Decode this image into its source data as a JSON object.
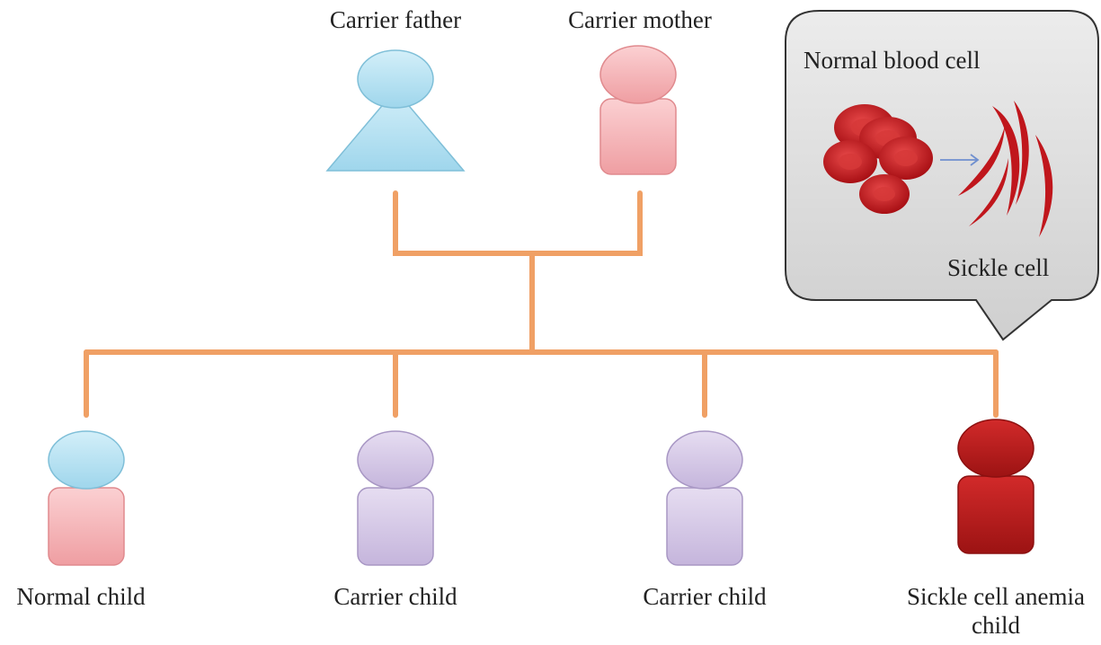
{
  "parents": {
    "father_label": "Carrier father",
    "mother_label": "Carrier mother"
  },
  "children": [
    {
      "label": "Normal child",
      "head_color": "#b9e3f3",
      "body_color": "#f5b5b8"
    },
    {
      "label": "Carrier child",
      "head_color": "#d6c9e6",
      "body_color": "#d6c9e6"
    },
    {
      "label": "Carrier child",
      "head_color": "#d6c9e6",
      "body_color": "#d6c9e6"
    },
    {
      "label_line1": "Sickle cell anemia",
      "label_line2": "child",
      "head_color": "#b51d1d",
      "body_color": "#b51d1d"
    }
  ],
  "callout": {
    "title": "Normal blood cell",
    "subtitle": "Sickle cell"
  },
  "colors": {
    "connector": "#f0a065",
    "father": "#b9e3f3",
    "mother": "#f5b5b8",
    "carrier": "#d6c9e6",
    "sickle": "#b51d1d",
    "callout_bg": "#dcdcdc",
    "red_cell": "#c0161c",
    "arrow": "#6f8fcf"
  }
}
